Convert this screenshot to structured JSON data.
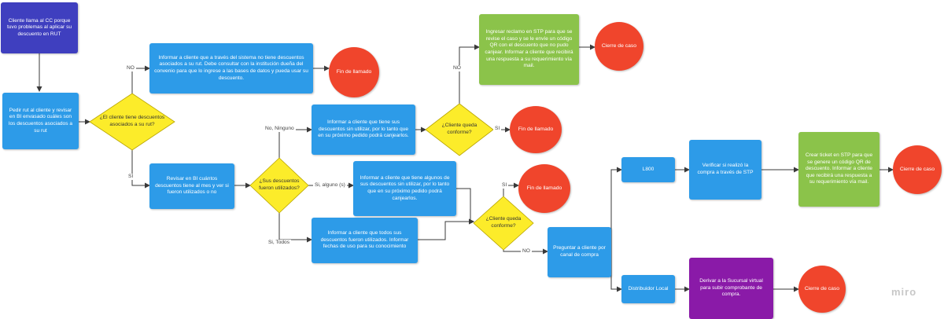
{
  "brand": "miro",
  "nodes": {
    "n_start": "Cliente llama al CC porque tuvo problemas al aplicar su descuento en RUT",
    "n_pedir": "Pedir rut al cliente y revisar en BI envasado cuáles son los descuentos asociados a su rut",
    "d_tiene": "¿El cliente tiene descuentos asociados a su rut?",
    "n_no_tiene": "Informar a cliente que a través del sistema no tiene descuentos asociados a su rut. Debe consultar con la institución dueña del convenio para que lo ingrese a las bases de datos y pueda usar su descuento.",
    "c_fin1": "Fin de llamado",
    "n_revisar": "Revisar en BI cuántos descuentos tiene al mes y ver si fueron utilizados o no",
    "d_usados": "¿Sus descuentos fueron utilizados?",
    "n_ninguno": "Informar a cliente que tiene sus descuentos sin utilizar, por lo tanto que en su próximo pedido podrá canjearlos.",
    "d_conforme1": "¿Cliente queda conforme?",
    "c_fin2": "Fin de llamado",
    "n_stp1": "Ingresar reclamo en STP para que se revise el caso y se le envíe un código QR con el descuento que no pudo canjear. Informar a cliente que recibirá una respuesta a su requerimiento vía mail.",
    "c_cierre1": "Cierre de caso",
    "n_algunos": "Informar a cliente que tiene algunos de sus descuentos sin utilizar, por lo tanto que en su próximo pedido podrá canjearlos.",
    "n_todos": "Informar a cliente que todos sus descuentos fueron utilizados. Informar fechas de uso para su conocimiento",
    "d_conforme2": "¿Cliente queda conforme?",
    "c_fin3": "Fin de llamado",
    "n_preguntar": "Preguntar a cliente por canal de compra",
    "n_l800": "L800",
    "n_verificar": "Verificar si realizó la compra a través de STP",
    "n_ticket": "Crear ticket en STP para que se genere un código QR de descuento. Informar a cliente que recibirá una respuesta a su requerimiento vía mail.",
    "c_cierre2": "Cierre de caso",
    "n_distrib": "Distribuidor Local",
    "n_derivar": "Derivar a la Sucursal virtual para subir comprobante de compra.",
    "c_cierre3": "Cierre de caso"
  },
  "edge_labels": {
    "no1": "NO",
    "si1": "SI",
    "ninguno": "No, Ninguno",
    "alguno": "Si, alguno (s)",
    "todos": "Si, Todos",
    "no2": "NO",
    "si2": "SI",
    "si3": "SI",
    "no3": "NO"
  },
  "colors": {
    "process": "#2d9be8",
    "start": "#3f3fbf",
    "decision": "#fcec2a",
    "terminal": "#f0452c",
    "stp_action": "#8bc34a",
    "derive": "#8a1aa8",
    "connector": "#3a3a3a"
  }
}
